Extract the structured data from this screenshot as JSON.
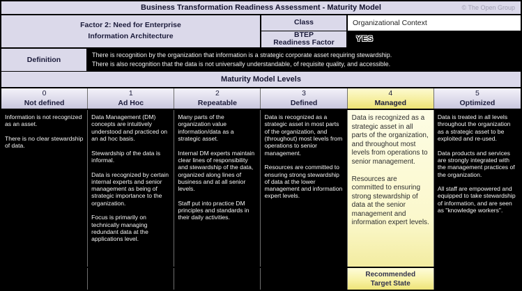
{
  "title_bar": {
    "title": "Business Transformation Readiness Assessment - Maturity Model",
    "copyright": "© The Open Group"
  },
  "factor": {
    "label": "Factor 2: Need for Enterprise\nInformation Architecture",
    "class_label": "Class",
    "class_value": "Organizational Context",
    "btep_label": "BTEP\nReadiness Factor",
    "btep_value": "YES"
  },
  "definition": {
    "label": "Definition",
    "text": "There is recognition by the organization that information is a strategic corporate asset requiring stewardship.\nThere is also recognition that the data is not universally understandable, of requisite quality, and accessible."
  },
  "levels_header": "Maturity Model Levels",
  "columns": [
    {
      "number": "0",
      "name": "Not defined",
      "body": "Information is not recognized as an asset.\n\nThere is no clear stewardship of data.",
      "footer": ""
    },
    {
      "number": "1",
      "name": "Ad Hoc",
      "body": "Data Management (DM) concepts are intuitively understood and practiced on an ad hoc basis.\n\nStewardship of the data is informal.\n\nData is recognized by certain internal experts and senior management as being of strategic importance to the organization.\n\nFocus is primarily on technically managing redundant data at the applications level.",
      "footer": ""
    },
    {
      "number": "2",
      "name": "Repeatable",
      "body": "Many parts of the organization value information/data as a strategic asset.\n\nInternal DM experts maintain clear lines of responsibility and stewardship of the data, organized along lines of business and at all senior levels.\n\nStaff put into practice DM principles and standards in their daily activities.",
      "footer": ""
    },
    {
      "number": "3",
      "name": "Defined",
      "body": "Data is recognized as a strategic asset in most parts of the organization, and (throughout) most levels from operations to senior management.\n\nResources are committed to ensuring strong stewardship of data at the lower management and information expert levels.",
      "footer": ""
    },
    {
      "number": "4",
      "name": "Managed",
      "body": "Data is recognized as a strategic asset in all parts of the organization, and throughout most levels from operations to senior management.\n\nResources are committed to ensuring strong stewardship of data at the senior management and information expert levels.",
      "footer": "Recommended\nTarget State"
    },
    {
      "number": "5",
      "name": "Optimized",
      "body": "Data is treated in all levels throughout the organization as a strategic asset to be exploited and re-used.\n\nData products and services are strongly integrated with the management practices of the organization.\n\nAll staff are empowered and equipped to take stewardship of information, and are seen as \"knowledge workers\".",
      "footer": ""
    }
  ],
  "colors": {
    "lavender": "#dbd9ea",
    "highlight_yellow": "#f3eb86",
    "body_yellow": "#fbf8cc",
    "cell_black": "#000000"
  }
}
